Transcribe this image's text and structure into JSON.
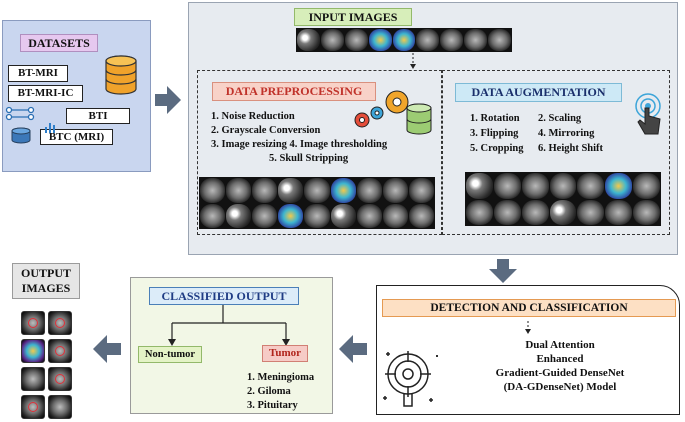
{
  "datasets": {
    "title": "DATASETS",
    "items": [
      "BT-MRI",
      "BT-MRI-IC",
      "BTI",
      "BTC (MRI)"
    ]
  },
  "input_images": {
    "title": "INPUT IMAGES"
  },
  "preprocessing": {
    "title": "DATA PREPROCESSING",
    "steps": [
      "1. Noise Reduction",
      "2. Grayscale Conversion",
      "3. Image resizing 4. Image thresholding",
      "5. Skull Stripping"
    ]
  },
  "augmentation": {
    "title": "DATA  AUGMENTATION",
    "steps": [
      "1. Rotation",
      "2. Scaling",
      "3. Flipping",
      "4. Mirroring",
      "5. Cropping",
      "6. Height Shift"
    ]
  },
  "detection": {
    "title": "DETECTION AND CLASSIFICATION",
    "model_lines": [
      "Dual Attention",
      "Enhanced",
      "Gradient-Guided DenseNet",
      "(DA-GDenseNet) Model"
    ]
  },
  "classified": {
    "title": "CLASSIFIED OUTPUT",
    "non_tumor": "Non-tumor",
    "tumor": "Tumor",
    "tumor_types": [
      "1. Meningioma",
      "2. Giloma",
      "3. Pituitary"
    ]
  },
  "output_images": {
    "title_line1": "OUTPUT",
    "title_line2": "IMAGES"
  },
  "colors": {
    "arrow": "#5b6b80",
    "datasets_bg": "#c9d6ef",
    "main_panel_bg": "#e7ebf0",
    "preproc_title": "#c0322a",
    "augment_title": "#1a2f6b"
  }
}
